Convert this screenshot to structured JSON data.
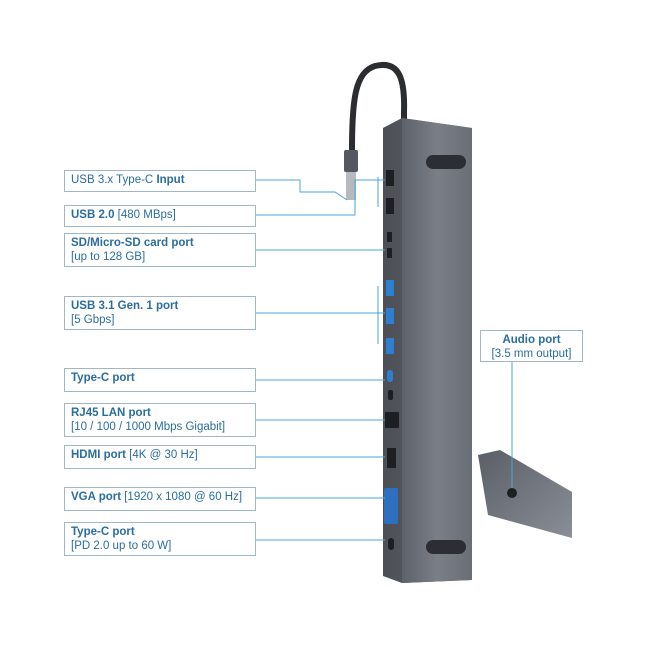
{
  "colors": {
    "label_text": "#2a6d9e",
    "label_border": "#9fb7c7",
    "connector": "#4aa7d8",
    "device_body": "#72767f",
    "device_dark": "#3a3d44",
    "port_blue": "#2f7fd1"
  },
  "labels": [
    {
      "id": "usb-c-input",
      "line1_plain": "USB 3.x Type-C ",
      "line1_bold": "Input",
      "line2": ""
    },
    {
      "id": "usb-2",
      "line1_plain": "",
      "line1_bold": "USB 2.0",
      "line1_tail": " [480 MBps]",
      "line2": ""
    },
    {
      "id": "sd-card",
      "line1_plain": "",
      "line1_bold": "SD/Micro-SD card port",
      "line2": "[up to 128 GB]"
    },
    {
      "id": "usb-31",
      "line1_plain": "",
      "line1_bold": "USB 3.1 Gen. 1 port",
      "line2": "[5 Gbps]"
    },
    {
      "id": "type-c-1",
      "line1_plain": "",
      "line1_bold": "Type-C port",
      "line2": ""
    },
    {
      "id": "rj45",
      "line1_plain": "",
      "line1_bold": "RJ45 LAN port",
      "line2": "[10 / 100 / 1000 Mbps Gigabit]"
    },
    {
      "id": "hdmi",
      "line1_plain": "",
      "line1_bold": "HDMI port",
      "line1_tail": " [4K @ 30 Hz]",
      "line2": ""
    },
    {
      "id": "vga",
      "line1_plain": "",
      "line1_bold": "VGA port",
      "line1_tail": " [1920 x 1080 @ 60 Hz]",
      "line2": ""
    },
    {
      "id": "type-c-pd",
      "line1_plain": "",
      "line1_bold": "Type-C port",
      "line2": "[PD 2.0 up to 60 W]"
    },
    {
      "id": "audio",
      "line1_plain": "",
      "line1_bold": "Audio port",
      "line2": "[3.5 mm output]"
    }
  ]
}
